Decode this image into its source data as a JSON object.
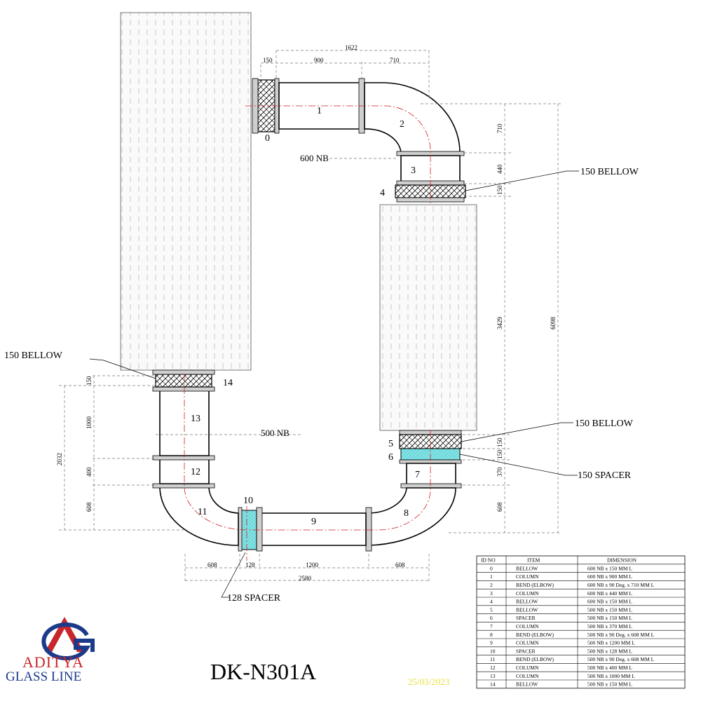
{
  "part_numbers": [
    "0",
    "1",
    "2",
    "3",
    "4",
    "5",
    "6",
    "7",
    "8",
    "9",
    "10",
    "11",
    "12",
    "13",
    "14"
  ],
  "callouts": {
    "upper_bellow": "150  BELLOW",
    "left_bellow": "150  BELLOW",
    "lower_bellow": "150  BELLOW",
    "spacer_150": "150  SPACER",
    "spacer_128": "128  SPACER",
    "upper_size": "600 NB",
    "lower_size": "500 NB"
  },
  "dimensions": {
    "top_overall": "1622",
    "top_a": "150",
    "top_b": "900",
    "top_c": "710",
    "right_710": "710",
    "right_440": "440",
    "right_150": "150",
    "right_3429": "3429",
    "right_6098": "6098",
    "right_lower_150a": "150",
    "right_lower_150b": "150",
    "right_370": "370",
    "right_608": "608",
    "left_150": "150",
    "left_1000": "1000",
    "left_400": "400",
    "left_608": "608",
    "left_2032": "2032",
    "bot_608a": "608",
    "bot_128": "128",
    "bot_1200": "1200",
    "bot_608b": "608",
    "bot_overall": "2580"
  },
  "logo": {
    "line1": "ADITYA",
    "line2": "GLASS LINE",
    "red": "#c8262a",
    "blue": "#1b3a8a"
  },
  "drawing_number": "DK-N301A",
  "date": "25/03/2023",
  "table": {
    "headers": [
      "ID NO",
      "ITEM",
      "DIMENSION"
    ],
    "rows": [
      [
        "0",
        "BELLOW",
        "600 NB x 150 MM L"
      ],
      [
        "1",
        "COLUMN",
        "600 NB x 900 MM L"
      ],
      [
        "2",
        "BEND (ELBOW)",
        "600 NB x 90 Deg. x 710 MM L"
      ],
      [
        "3",
        "COLUMN",
        "600 NB x 440 MM L"
      ],
      [
        "4",
        "BELLOW",
        "600 NB x 150 MM L"
      ],
      [
        "5",
        "BELLOW",
        "500 NB x 150 MM L"
      ],
      [
        "6",
        "SPACER",
        "500 NB x 150 MM L"
      ],
      [
        "7",
        "COLUMN",
        "500 NB x 370 MM L"
      ],
      [
        "8",
        "BEND (ELBOW)",
        "500 NB x 90 Deg. x 608 MM L"
      ],
      [
        "9",
        "COLUMN",
        "500 NB x 1200 MM L"
      ],
      [
        "10",
        "SPACER",
        "500 NB x 128 MM L"
      ],
      [
        "11",
        "BEND (ELBOW)",
        "500 NB x 90 Deg. x 608 MM L"
      ],
      [
        "12",
        "COLUMN",
        "500 NB x 400 MM L"
      ],
      [
        "13",
        "COLUMN",
        "500 NB x 1000 MM L"
      ],
      [
        "14",
        "BELLOW",
        "500 NB x 150 MM L"
      ]
    ]
  }
}
